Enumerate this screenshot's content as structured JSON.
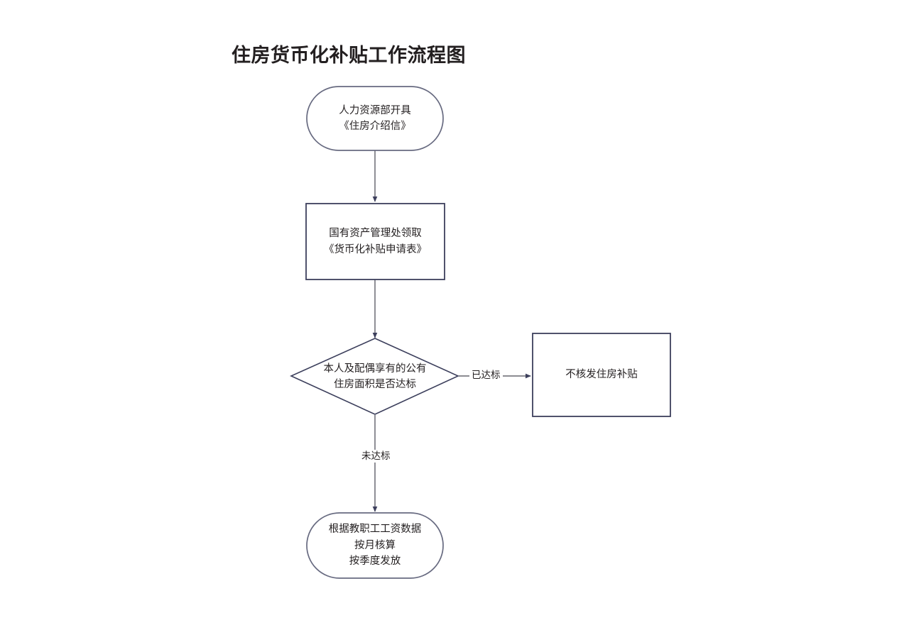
{
  "document": {
    "title": "住房货币化补贴工作流程图",
    "background_color": "#ffffff",
    "text_color": "#231f20"
  },
  "theme": {
    "node_stroke": "#3c3f5c",
    "node_fill": "#ffffff",
    "connector_stroke": "#7b7b83",
    "arrow_fill": "#3c3f5c"
  },
  "diagram": {
    "type": "flowchart",
    "orientation": "top-to-bottom",
    "nodes": [
      {
        "id": "n1",
        "shape": "stadium",
        "name": "hr-introduction-letter",
        "lines": [
          "人力资源部开具",
          "《住房介绍信》"
        ]
      },
      {
        "id": "n2",
        "shape": "rectangle",
        "name": "state-asset-office-application-form",
        "lines": [
          "国有资产管理处领取",
          "《货币化补贴申请表》"
        ]
      },
      {
        "id": "n3",
        "shape": "diamond",
        "name": "housing-area-standard-decision",
        "lines": [
          "本人及配偶享有的公有",
          "住房面积是否达标"
        ]
      },
      {
        "id": "n4",
        "shape": "rectangle",
        "name": "no-subsidy-granted",
        "lines": [
          "不核发住房补贴"
        ]
      },
      {
        "id": "n5",
        "shape": "stadium",
        "name": "calculate-and-disburse-subsidy",
        "lines": [
          "根据教职工工资数据",
          "按月核算",
          "按季度发放"
        ]
      }
    ],
    "edges": [
      {
        "id": "e1",
        "from": "n1",
        "to": "n2",
        "label": "",
        "name": "edge-hr-to-asset-office"
      },
      {
        "id": "e2",
        "from": "n2",
        "to": "n3",
        "label": "",
        "name": "edge-asset-office-to-decision"
      },
      {
        "id": "e3",
        "from": "n3",
        "to": "n4",
        "label": "已达标",
        "name": "edge-decision-yes"
      },
      {
        "id": "e4",
        "from": "n3",
        "to": "n5",
        "label": "未达标",
        "name": "edge-decision-no"
      }
    ]
  }
}
